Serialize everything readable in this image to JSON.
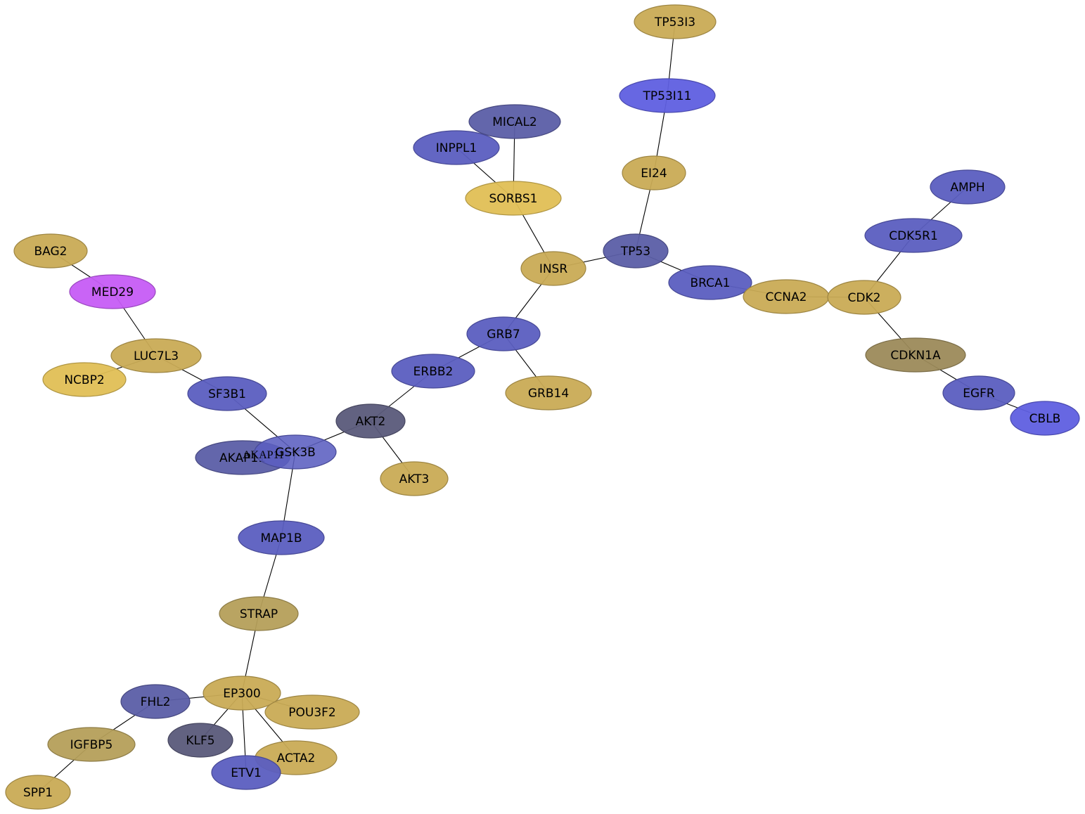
{
  "colors": {
    "gold": "#c9ab55",
    "gold_bright": "#e0bf55",
    "gold_dark": "#b59f5a",
    "olive": "#9c8a5a",
    "blue": "#5b5ec0",
    "blue_bright": "#5f5fe0",
    "slate": "#5b5ea6",
    "dark_slate": "#5a5a7a",
    "magenta": "#c65cf5",
    "edge": "#000000"
  },
  "nodes": [
    {
      "id": "TP53I3",
      "label": "TP53I3",
      "color": "gold"
    },
    {
      "id": "TP53I11",
      "label": "TP53I11",
      "color": "blue_bright"
    },
    {
      "id": "MICAL2",
      "label": "MICAL2",
      "color": "slate"
    },
    {
      "id": "INPPL1",
      "label": "INPPL1",
      "color": "blue"
    },
    {
      "id": "EI24",
      "label": "EI24",
      "color": "gold"
    },
    {
      "id": "SORBS1",
      "label": "SORBS1",
      "color": "gold_bright"
    },
    {
      "id": "AMPH",
      "label": "AMPH",
      "color": "blue"
    },
    {
      "id": "CDK5R1",
      "label": "CDK5R1",
      "color": "blue"
    },
    {
      "id": "TP53",
      "label": "TP53",
      "color": "slate"
    },
    {
      "id": "BAG2",
      "label": "BAG2",
      "color": "gold"
    },
    {
      "id": "INSR",
      "label": "INSR",
      "color": "gold"
    },
    {
      "id": "BRCA1",
      "label": "BRCA1",
      "color": "blue"
    },
    {
      "id": "MED29",
      "label": "MED29",
      "color": "magenta"
    },
    {
      "id": "CCNA2",
      "label": "CCNA2",
      "color": "gold"
    },
    {
      "id": "CDK2",
      "label": "CDK2",
      "color": "gold"
    },
    {
      "id": "GRB7",
      "label": "GRB7",
      "color": "blue"
    },
    {
      "id": "LUC7L3",
      "label": "LUC7L3",
      "color": "gold"
    },
    {
      "id": "CDKN1A",
      "label": "CDKN1A",
      "color": "olive"
    },
    {
      "id": "ERBB2",
      "label": "ERBB2",
      "color": "blue"
    },
    {
      "id": "NCBP2",
      "label": "NCBP2",
      "color": "gold_bright"
    },
    {
      "id": "GRB14",
      "label": "GRB14",
      "color": "gold"
    },
    {
      "id": "SF3B1",
      "label": "SF3B1",
      "color": "blue"
    },
    {
      "id": "EGFR",
      "label": "EGFR",
      "color": "blue"
    },
    {
      "id": "AKT2",
      "label": "AKT2",
      "color": "dark_slate"
    },
    {
      "id": "CBLB",
      "label": "CBLB",
      "color": "blue_bright"
    },
    {
      "id": "AKAP11",
      "label": "AKAP11",
      "color": "slate"
    },
    {
      "id": "GSK3B",
      "label": "GSK3B",
      "color": "blue"
    },
    {
      "id": "AKT3",
      "label": "AKT3",
      "color": "gold"
    },
    {
      "id": "MAP1B",
      "label": "MAP1B",
      "color": "blue"
    },
    {
      "id": "STRAP",
      "label": "STRAP",
      "color": "gold_dark"
    },
    {
      "id": "EP300",
      "label": "EP300",
      "color": "gold"
    },
    {
      "id": "FHL2",
      "label": "FHL2",
      "color": "slate"
    },
    {
      "id": "POU3F2",
      "label": "POU3F2",
      "color": "gold"
    },
    {
      "id": "IGFBP5",
      "label": "IGFBP5",
      "color": "gold_dark"
    },
    {
      "id": "KLF5",
      "label": "KLF5",
      "color": "dark_slate"
    },
    {
      "id": "ACTA2",
      "label": "ACTA2",
      "color": "gold"
    },
    {
      "id": "ETV1",
      "label": "ETV1",
      "color": "blue"
    },
    {
      "id": "SPP1",
      "label": "SPP1",
      "color": "gold"
    }
  ],
  "edges": [
    [
      "TP53I3",
      "TP53I11"
    ],
    [
      "TP53I11",
      "EI24"
    ],
    [
      "EI24",
      "TP53"
    ],
    [
      "TP53",
      "INSR"
    ],
    [
      "TP53",
      "BRCA1"
    ],
    [
      "BRCA1",
      "CCNA2"
    ],
    [
      "CCNA2",
      "CDK2"
    ],
    [
      "CDK2",
      "CDK5R1"
    ],
    [
      "CDK5R1",
      "AMPH"
    ],
    [
      "CDK2",
      "CDKN1A"
    ],
    [
      "CDKN1A",
      "EGFR"
    ],
    [
      "EGFR",
      "CBLB"
    ],
    [
      "MICAL2",
      "SORBS1"
    ],
    [
      "INPPL1",
      "SORBS1"
    ],
    [
      "SORBS1",
      "INSR"
    ],
    [
      "INSR",
      "GRB7"
    ],
    [
      "GRB7",
      "GRB14"
    ],
    [
      "GRB7",
      "ERBB2"
    ],
    [
      "ERBB2",
      "AKT2"
    ],
    [
      "AKT2",
      "AKT3"
    ],
    [
      "AKT2",
      "GSK3B"
    ],
    [
      "GSK3B",
      "AKAP11"
    ],
    [
      "GSK3B",
      "SF3B1"
    ],
    [
      "SF3B1",
      "LUC7L3"
    ],
    [
      "LUC7L3",
      "NCBP2"
    ],
    [
      "LUC7L3",
      "MED29"
    ],
    [
      "MED29",
      "BAG2"
    ],
    [
      "GSK3B",
      "MAP1B"
    ],
    [
      "MAP1B",
      "STRAP"
    ],
    [
      "STRAP",
      "EP300"
    ],
    [
      "EP300",
      "FHL2"
    ],
    [
      "EP300",
      "POU3F2"
    ],
    [
      "EP300",
      "KLF5"
    ],
    [
      "EP300",
      "ACTA2"
    ],
    [
      "EP300",
      "ETV1"
    ],
    [
      "FHL2",
      "IGFBP5"
    ],
    [
      "IGFBP5",
      "SPP1"
    ]
  ]
}
